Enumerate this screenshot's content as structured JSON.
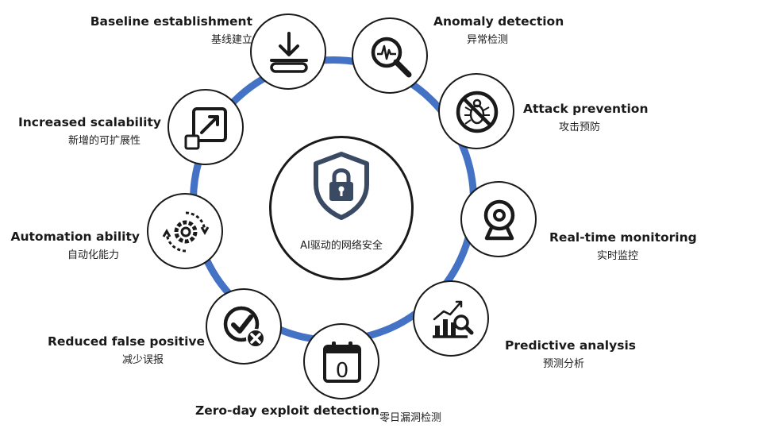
{
  "center": {
    "title": "AI驱动的网络安全",
    "icon": "shield-lock-icon"
  },
  "nodes": [
    {
      "en": "Baseline establishment",
      "zh": "基线建立",
      "icon": "download-tray-icon"
    },
    {
      "en": "Anomaly detection",
      "zh": "异常检测",
      "icon": "magnifier-pulse-icon"
    },
    {
      "en": "Attack prevention",
      "zh": "攻击预防",
      "icon": "no-bug-icon"
    },
    {
      "en": "Real-time monitoring",
      "zh": "实时监控",
      "icon": "webcam-icon"
    },
    {
      "en": "Predictive analysis",
      "zh": "预测分析",
      "icon": "bar-chart-magnifier-icon"
    },
    {
      "en": "Zero-day exploit detection",
      "zh": "零日漏洞检测",
      "icon": "calendar-zero-icon",
      "day": "0"
    },
    {
      "en": "Reduced false positive",
      "zh": "减少误报",
      "icon": "check-x-badge-icon"
    },
    {
      "en": "Automation ability",
      "zh": "自动化能力",
      "icon": "gear-cycle-icon"
    },
    {
      "en": "Increased scalability",
      "zh": "新增的可扩展性",
      "icon": "expand-arrow-icon"
    }
  ],
  "colors": {
    "ring": "#4472c4",
    "icon": "#1a1a1a",
    "background": "#ffffff"
  }
}
